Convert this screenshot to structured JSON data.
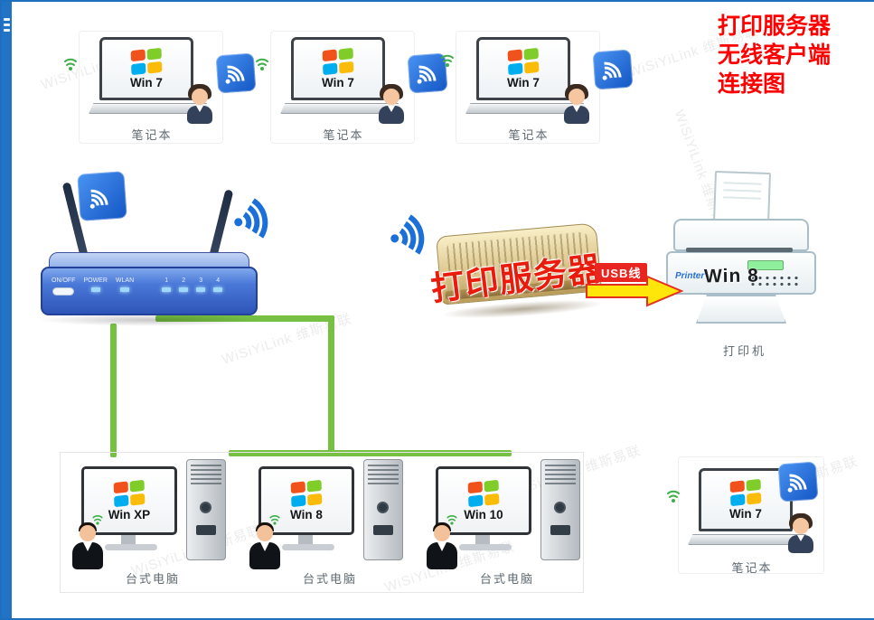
{
  "title": {
    "line1": "打印服务器",
    "line2": "无线客户端",
    "line3": "连接图"
  },
  "watermark": "WiSiYiLink 维斯易联",
  "laptops_top": [
    {
      "os": "Win 7",
      "label": "笔记本"
    },
    {
      "os": "Win 7",
      "label": "笔记本"
    },
    {
      "os": "Win 7",
      "label": "笔记本"
    }
  ],
  "router": {
    "labels": {
      "onoff": "ON/OFF",
      "power": "POWER",
      "wlan": "WLAN"
    },
    "ports": [
      "1",
      "2",
      "3",
      "4"
    ]
  },
  "print_server": {
    "stamp": "打印服务器"
  },
  "usb": {
    "label": "USB线"
  },
  "printer": {
    "label": "打印机",
    "brand": "Printer",
    "watermark": "Win 8"
  },
  "desktops": [
    {
      "os": "Win XP",
      "label": "台式电脑"
    },
    {
      "os": "Win 8",
      "label": "台式电脑"
    },
    {
      "os": "Win 10",
      "label": "台式电脑"
    }
  ],
  "laptop_right": {
    "os": "Win 7",
    "label": "笔记本"
  }
}
